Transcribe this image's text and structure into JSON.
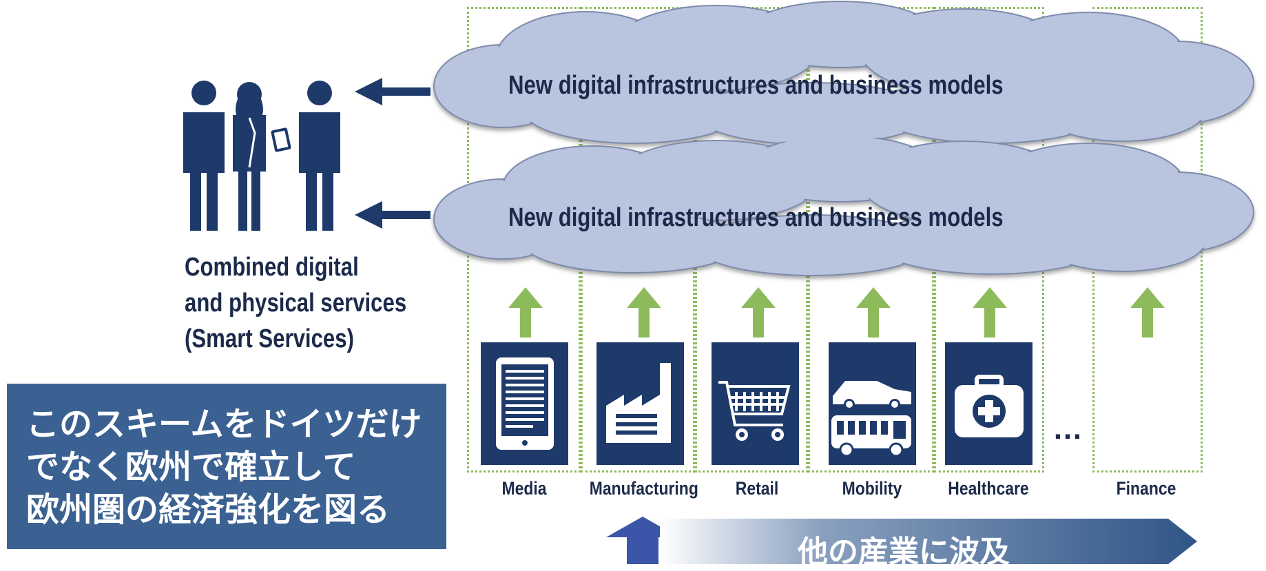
{
  "clouds": [
    {
      "label": "New digital infrastructures and business models"
    },
    {
      "label": "New digital infrastructures and business models"
    }
  ],
  "services": {
    "lines": [
      "Combined digital",
      "and physical services",
      "(Smart Services)"
    ]
  },
  "industries": [
    {
      "label": "Media",
      "icon": "tablet-icon"
    },
    {
      "label": "Manufacturing",
      "icon": "factory-icon"
    },
    {
      "label": "Retail",
      "icon": "shopping-cart-icon"
    },
    {
      "label": "Mobility",
      "icon": "car-bus-icon"
    },
    {
      "label": "Healthcare",
      "icon": "first-aid-kit-icon"
    },
    {
      "label": "Finance",
      "icon": ""
    }
  ],
  "ellipsis": "…",
  "callout": {
    "lines": [
      "このスキームをドイツだけ",
      "でなく欧州で確立して",
      "欧州圏の経済強化を図る"
    ]
  },
  "banner": {
    "label": "他の産業に波及"
  },
  "colors": {
    "navy": "#1d3a6a",
    "cloud": "#b9c4df",
    "green_arrow": "#8dbb5c",
    "callout_bg": "#3b6193",
    "blue_arrow": "#3b56a8"
  }
}
